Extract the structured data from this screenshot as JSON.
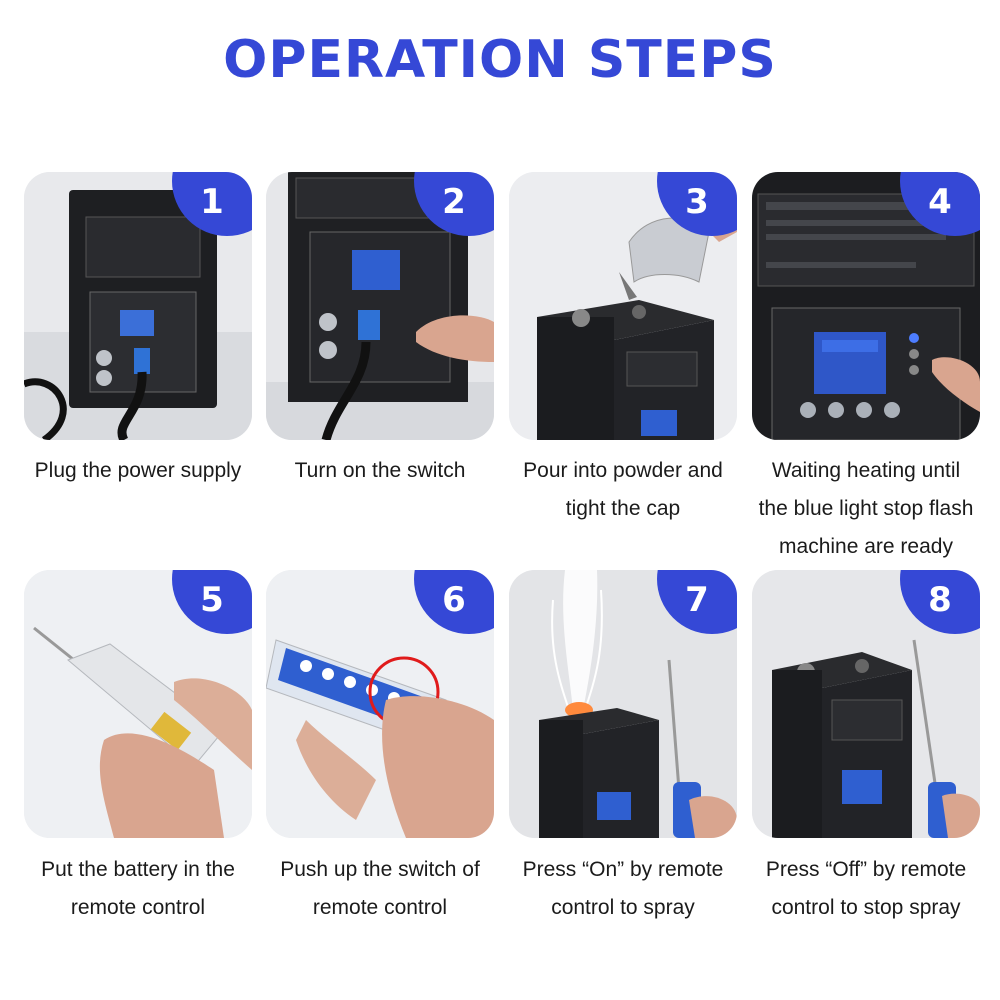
{
  "title": "OPERATION STEPS",
  "colors": {
    "accent": "#3548d6",
    "text": "#1b1b1b",
    "background": "#ffffff"
  },
  "steps": [
    {
      "number": "1",
      "caption_lines": [
        "Plug the power supply"
      ]
    },
    {
      "number": "2",
      "caption_lines": [
        "Turn on the switch"
      ]
    },
    {
      "number": "3",
      "caption_lines": [
        "Pour into powder and",
        "tight the cap"
      ]
    },
    {
      "number": "4",
      "caption_lines": [
        "Waiting heating until",
        "the blue light stop flash",
        "machine are ready"
      ]
    },
    {
      "number": "5",
      "caption_lines": [
        "Put the battery in the",
        "remote control"
      ]
    },
    {
      "number": "6",
      "caption_lines": [
        "Push up the switch of",
        "remote control"
      ]
    },
    {
      "number": "7",
      "caption_lines": [
        "Press “On” by remote",
        "control to spray"
      ]
    },
    {
      "number": "8",
      "caption_lines": [
        "Press “Off” by remote",
        "control to stop spray"
      ]
    }
  ]
}
